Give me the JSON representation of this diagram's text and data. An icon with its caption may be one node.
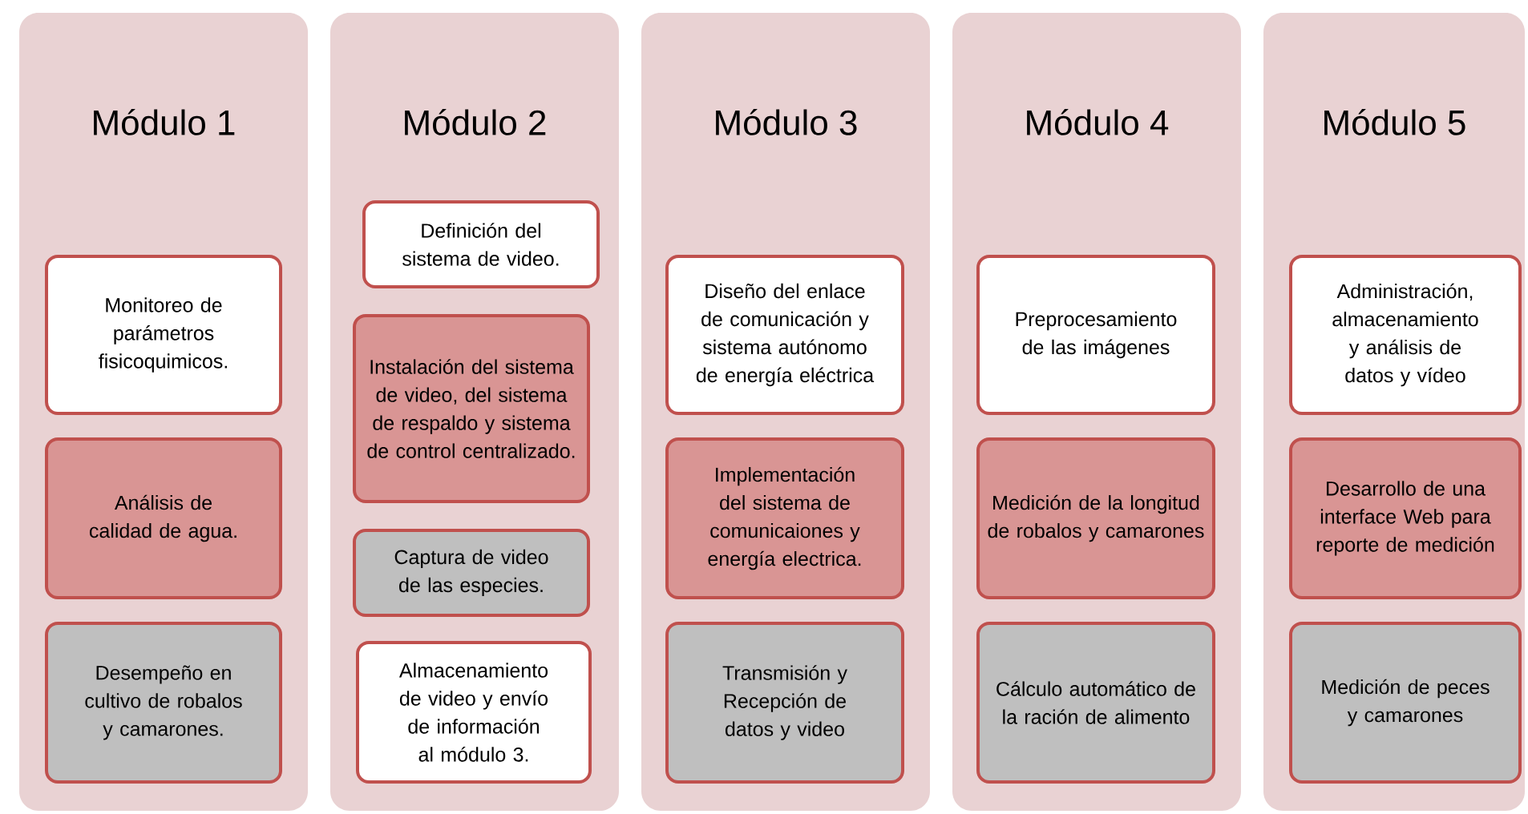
{
  "diagram": {
    "nodes": [
      {
        "text": [
          "Módulo 1"
        ]
      },
      {
        "text": [
          "Monitoreo de parámetros fisicoquimicos."
        ],
        "in": 0
      },
      {
        "text": [
          "Análisis de calidad de agua."
        ],
        "in": 0
      },
      {
        "text": [
          "Desempeño en cultivo de robalos y camarones."
        ],
        "in": 0
      },
      {
        "text": [
          "Módulo 2"
        ]
      },
      {
        "text": [
          "Definición del sistema de video."
        ],
        "in": 4
      },
      {
        "text": [
          "Instalación del sistema de video, del sistema de respaldo y sistema de control centralizado."
        ],
        "in": 4
      },
      {
        "text": [
          "Captura de video de las especies."
        ],
        "in": 4
      },
      {
        "text": [
          "Almacenamiento de video y envío de información al módulo 3."
        ],
        "in": 4
      },
      {
        "text": [
          "Módulo 3"
        ]
      },
      {
        "text": [
          "Diseño del enlace de comunicación y sistema autónomo de energía eléctrica"
        ],
        "in": 9
      },
      {
        "text": [
          "Implementación del sistema de comunicaiones y energía electrica."
        ],
        "in": 9
      },
      {
        "text": [
          "Transmisión y Recepción de datos y video"
        ],
        "in": 9
      },
      {
        "text": [
          "Módulo 4"
        ]
      },
      {
        "text": [
          "Preprocesamiento de las imágenes"
        ],
        "in": 13
      },
      {
        "text": [
          "Medición de la longitud de robalos y camarones"
        ],
        "in": 13
      },
      {
        "text": [
          "Cálculo automático de la ración de alimento"
        ],
        "in": 13
      },
      {
        "text": [
          "Módulo 5"
        ]
      },
      {
        "text": [
          "Administración, almacenamiento y análisis de datos y vídeo"
        ],
        "in": 17
      },
      {
        "text": [
          "Desarrollo de una interface Web para reporte de medición"
        ],
        "in": 17
      },
      {
        "text": [
          "Medición de peces y camarones"
        ],
        "in": 17
      }
    ],
    "edges": []
  }
}
